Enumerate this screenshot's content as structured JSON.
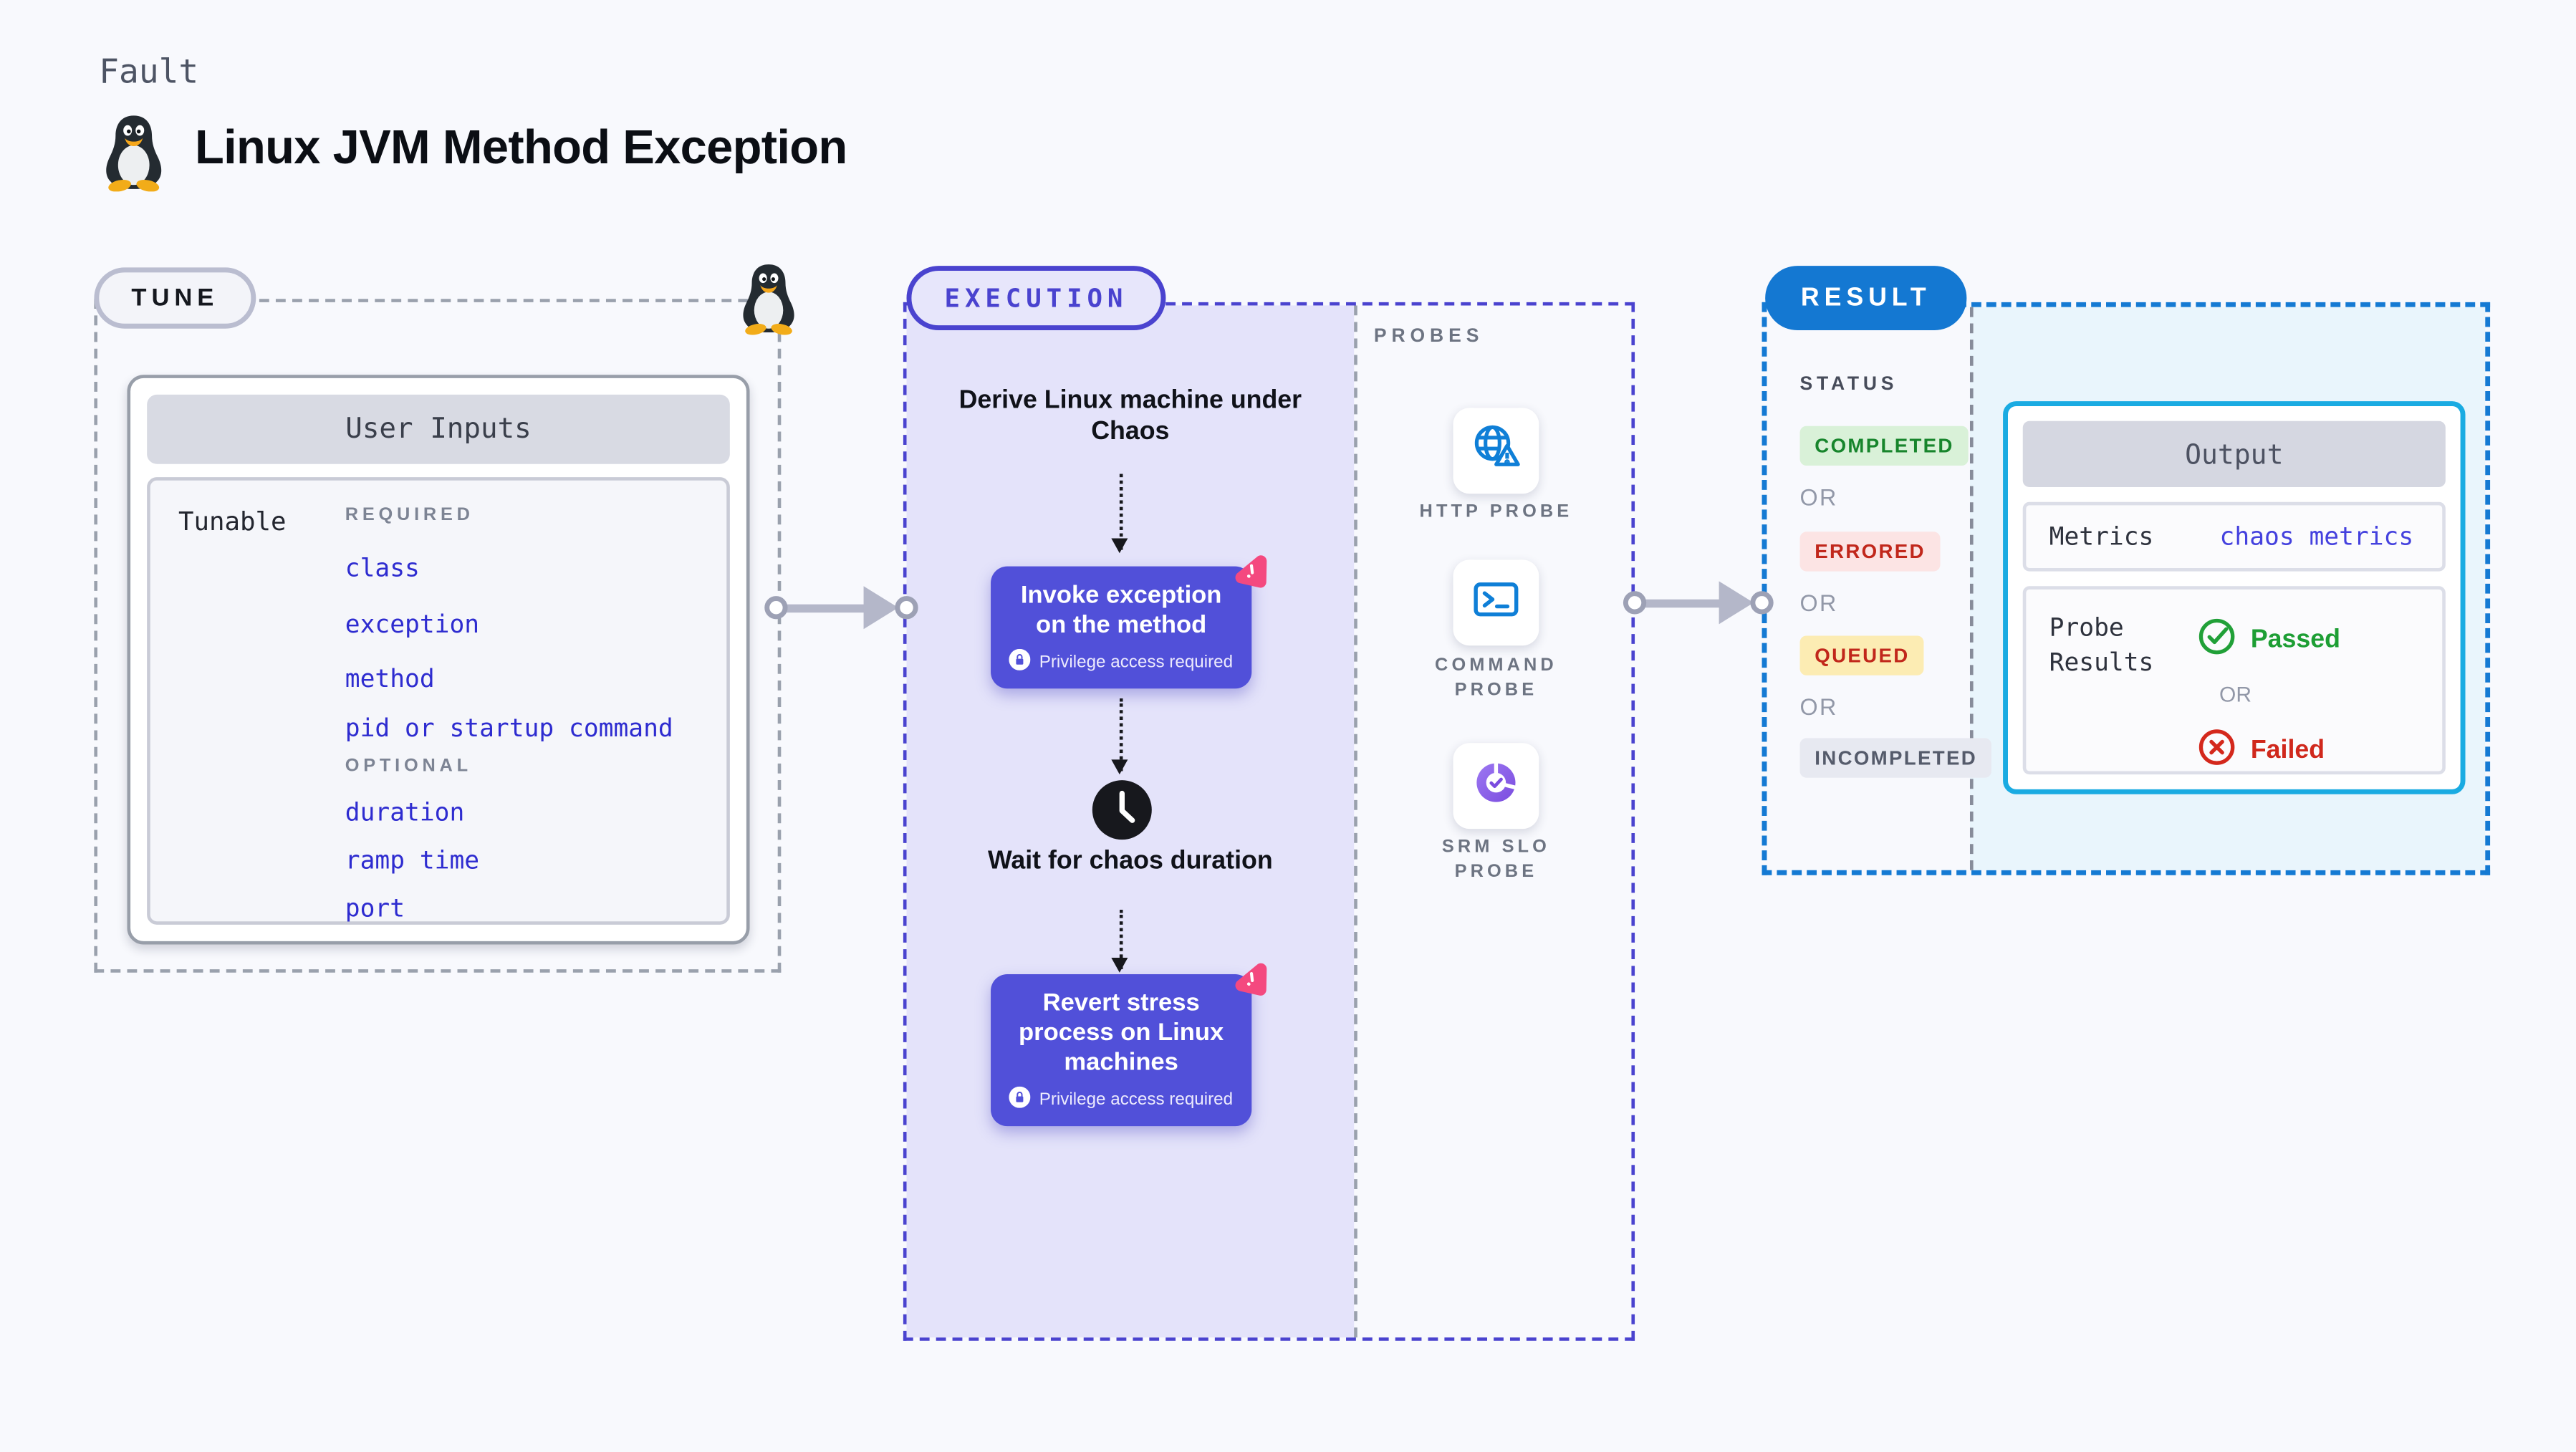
{
  "page": {
    "kicker": "Fault",
    "title": "Linux JVM Method Exception",
    "title_icon": "tux-penguin-icon"
  },
  "tune": {
    "label": "TUNE",
    "corner_icon": "tux-penguin-icon",
    "card_title": "User Inputs",
    "row_label": "Tunable",
    "required_label": "REQUIRED",
    "required_items": [
      "class",
      "exception",
      "method",
      "pid or startup command"
    ],
    "optional_label": "OPTIONAL",
    "optional_items": [
      "duration",
      "ramp time",
      "port"
    ]
  },
  "execution": {
    "label": "EXECUTION",
    "step1": "Derive Linux machine under Chaos",
    "action1": {
      "title": "Invoke exception on the method",
      "badge": "Privilege access required",
      "badge_icon": "lock-icon",
      "corner_icon": "chaos-icon"
    },
    "wait_icon": "clock-icon",
    "wait": "Wait for chaos duration",
    "action2": {
      "title": "Revert stress process on Linux machines",
      "badge": "Privilege access required",
      "badge_icon": "lock-icon",
      "corner_icon": "chaos-icon"
    }
  },
  "probes": {
    "label": "PROBES",
    "items": [
      {
        "name": "HTTP PROBE",
        "icon": "globe-alert-icon"
      },
      {
        "name": "COMMAND PROBE",
        "icon": "terminal-icon"
      },
      {
        "name": "SRM SLO PROBE",
        "icon": "slo-donut-check-icon"
      }
    ]
  },
  "result": {
    "label": "RESULT",
    "status_label": "STATUS",
    "or_label": "OR",
    "statuses": [
      {
        "text": "COMPLETED"
      },
      {
        "text": "ERRORED"
      },
      {
        "text": "QUEUED"
      },
      {
        "text": "INCOMPLETED"
      }
    ],
    "output": {
      "title": "Output",
      "metrics_label": "Metrics",
      "metrics_link": "chaos metrics",
      "probe_results_label": "Probe Results",
      "passed": "Passed",
      "passed_icon": "check-circle-icon",
      "or": "OR",
      "failed": "Failed",
      "failed_icon": "x-circle-icon"
    }
  },
  "colors": {
    "page_bg": "#f8f9fd",
    "execution_accent": "#4a43cf",
    "execution_bg": "#e4e3fa",
    "action_button": "#5150d9",
    "result_accent": "#1478d2",
    "result_bg": "#e9f5fc",
    "output_border": "#1aabe2",
    "link_blue": "#2e2cd0",
    "passed_green": "#1d9e34",
    "failed_red": "#d0281c",
    "chaos_pink": "#f4497f",
    "probe_icon_blue": "#0f7fd7"
  }
}
